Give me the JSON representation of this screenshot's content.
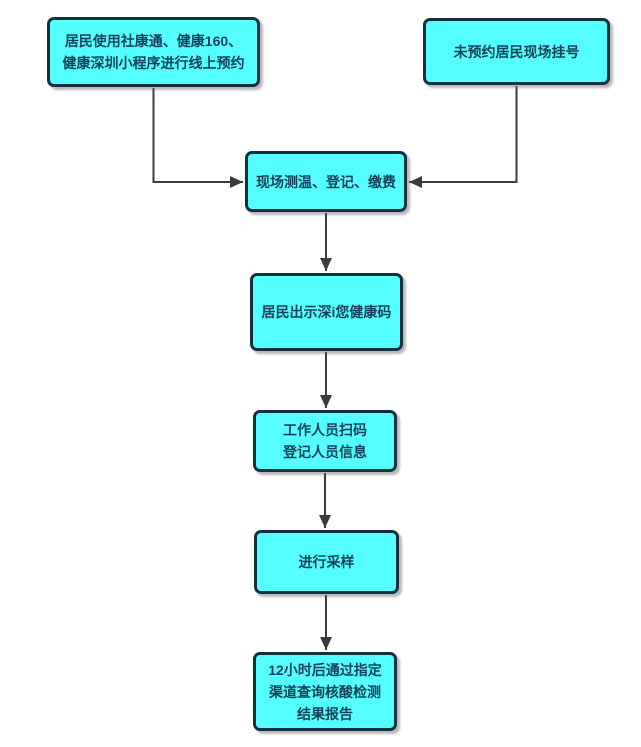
{
  "colors": {
    "canvas_bg": "#FFFFFF",
    "node_fill": "#55FFFF",
    "node_border": "#14303F",
    "node_text": "#17405B",
    "edge_color": "#3B3B3B"
  },
  "nodes": [
    {
      "id": "online-booking",
      "label": "居民使用社康通、健康160、\n健康深圳小程序进行线上预约"
    },
    {
      "id": "walkin-registration",
      "label": "未预约居民现场挂号"
    },
    {
      "id": "onsite-check",
      "label": "现场测温、登记、缴费"
    },
    {
      "id": "show-health-code",
      "label": "居民出示深i您健康码"
    },
    {
      "id": "staff-scan",
      "label": "工作人员扫码\n登记人员信息"
    },
    {
      "id": "sampling",
      "label": "进行采样"
    },
    {
      "id": "query-result",
      "label": "12小时后通过指定\n渠道查询核酸检测\n结果报告"
    }
  ],
  "edges": [
    {
      "from": "online-booking",
      "to": "onsite-check"
    },
    {
      "from": "walkin-registration",
      "to": "onsite-check"
    },
    {
      "from": "onsite-check",
      "to": "show-health-code"
    },
    {
      "from": "show-health-code",
      "to": "staff-scan"
    },
    {
      "from": "staff-scan",
      "to": "sampling"
    },
    {
      "from": "sampling",
      "to": "query-result"
    }
  ]
}
